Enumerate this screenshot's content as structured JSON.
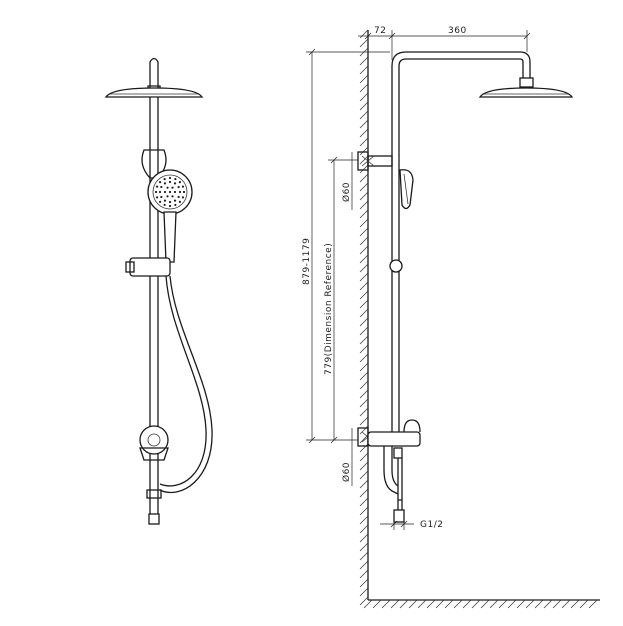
{
  "dimensions": {
    "wall_offset": "72",
    "arm_length": "360",
    "total_height": "879-1179",
    "reference_height": "779(Dimension Reference)",
    "upper_bracket_diameter": "Ø60",
    "lower_bracket_diameter": "Ø60",
    "inlet_thread": "G1/2"
  }
}
